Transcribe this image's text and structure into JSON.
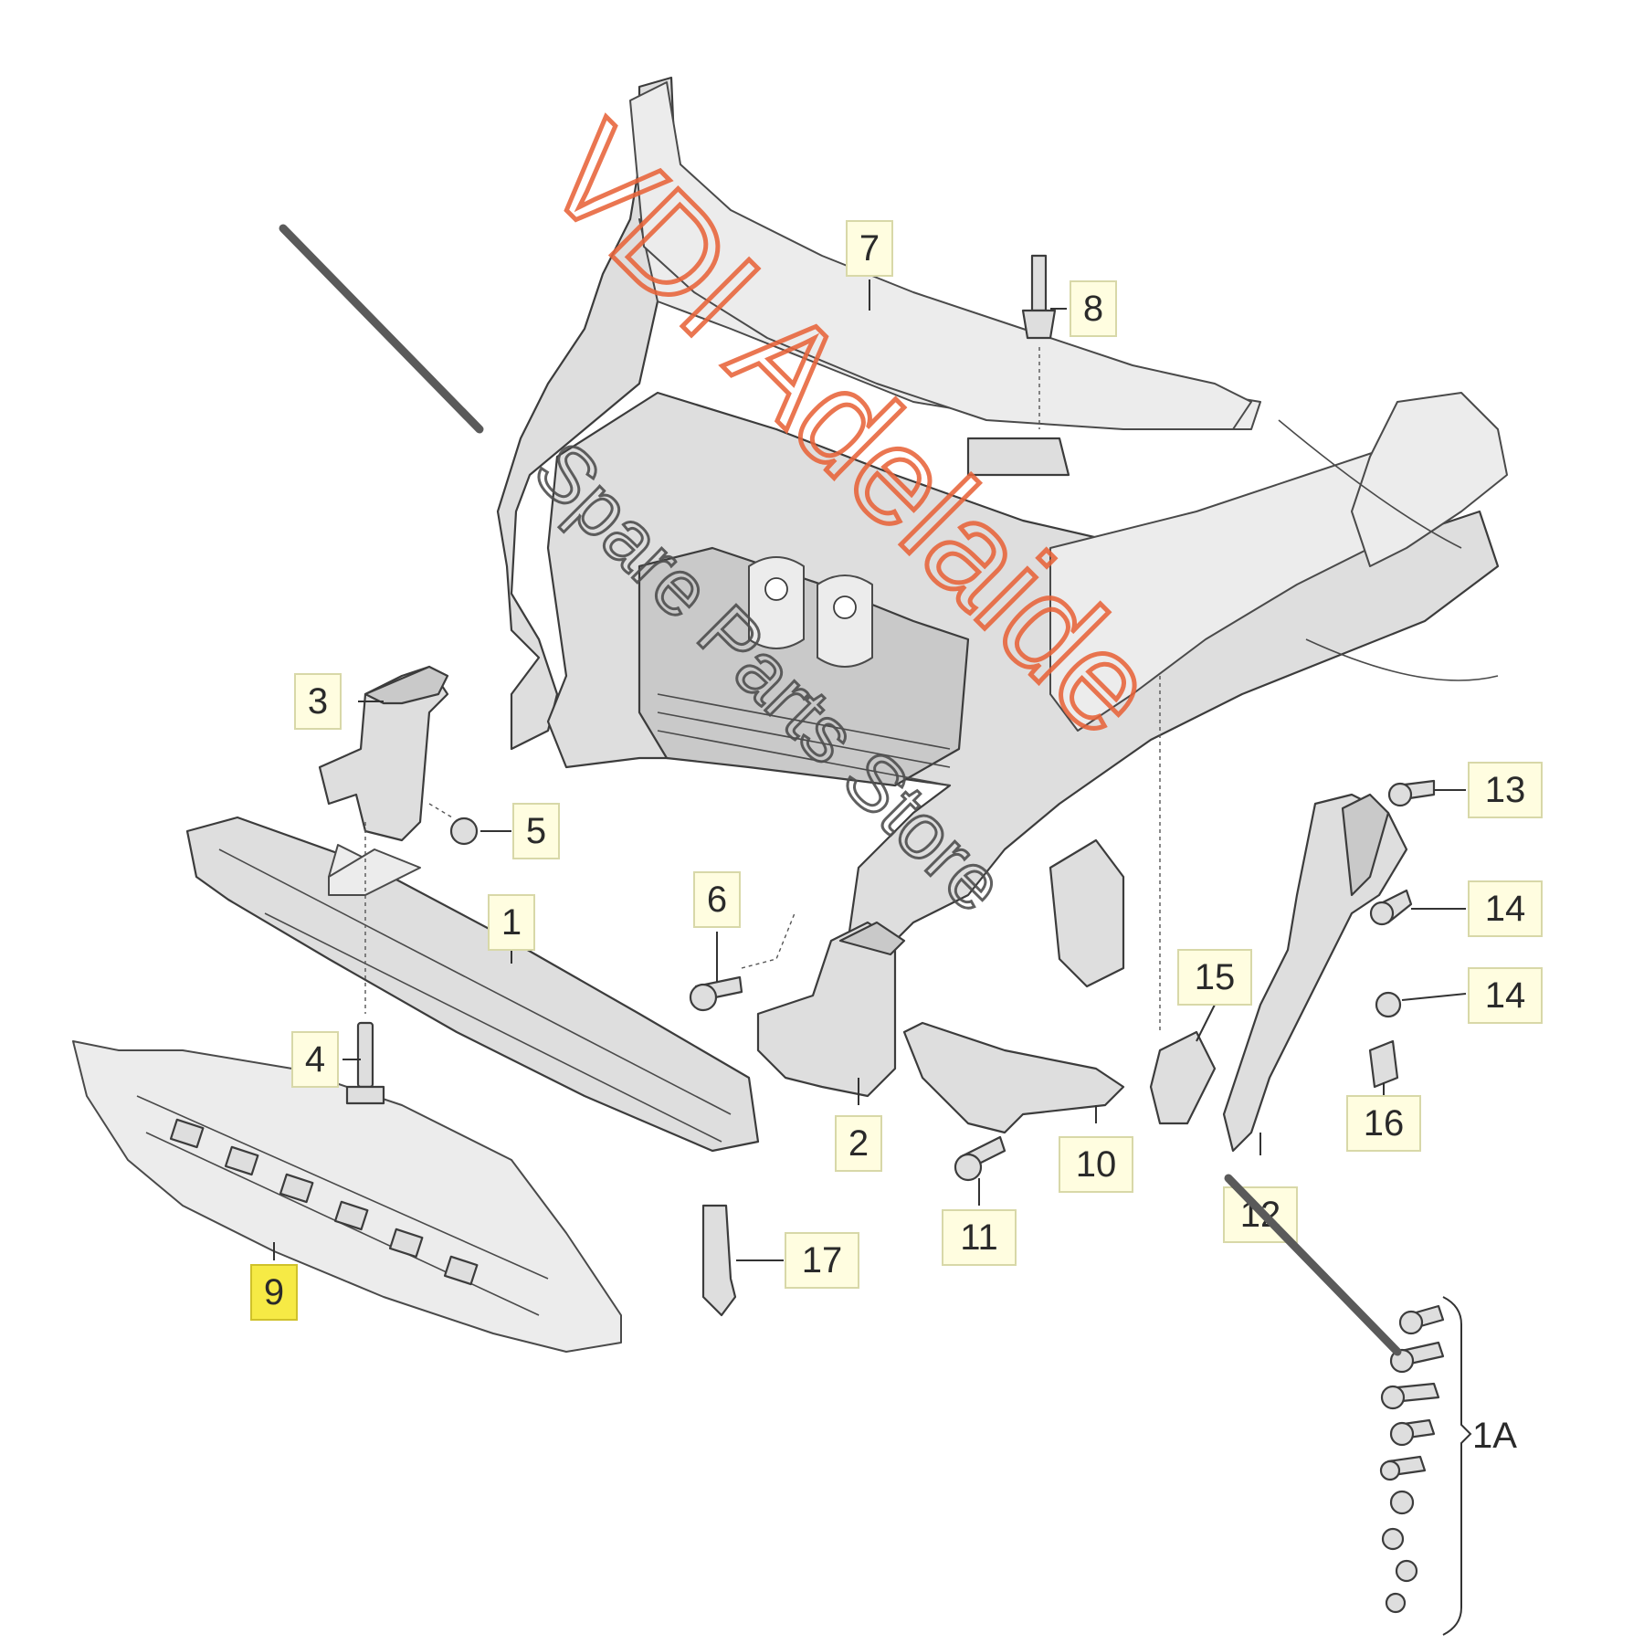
{
  "callouts": {
    "c1": "1",
    "c2": "2",
    "c3": "3",
    "c4": "4",
    "c5": "5",
    "c6": "6",
    "c7": "7",
    "c8": "8",
    "c9": "9",
    "c10": "10",
    "c11": "11",
    "c12": "12",
    "c13": "13",
    "c14a": "14",
    "c14b": "14",
    "c15": "15",
    "c16": "16",
    "c17": "17",
    "c1A": "1A"
  },
  "highlight_color": "#f6ea45",
  "watermark": {
    "brand": "VDI Adelaide",
    "tagline": "Spare Parts Store",
    "brand_color": "#e8643a"
  }
}
